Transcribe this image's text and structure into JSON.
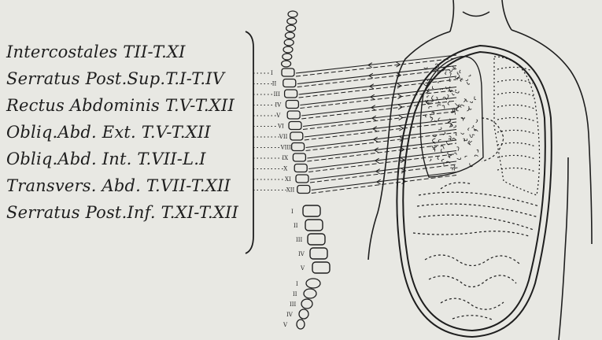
{
  "labels": [
    "Intercostales TII-T.XI",
    "Serratus Post.Sup.T.I-T.IV",
    "Rectus Abdominis T.V-T.XII",
    "Obliq.Abd. Ext. T.V-T.XII",
    "Obliq.Abd. Int. T.VII-L.I",
    "Transvers. Abd. T.VII-T.XII",
    "Serratus Post.Inf. T.XI-T.XII"
  ],
  "vertebra_numerals": [
    "I",
    "II",
    "III",
    "IV",
    "V",
    "VI",
    "VII",
    "VIII",
    "IX",
    "X",
    "XI",
    "XII"
  ],
  "lumbar_numerals": [
    "I",
    "II",
    "III",
    "IV",
    "V"
  ],
  "sacral_numerals": [
    "I",
    "II",
    "III",
    "IV",
    "V"
  ],
  "colors": {
    "ink": "#1e1e1e",
    "paper": "#e8e8e3"
  }
}
